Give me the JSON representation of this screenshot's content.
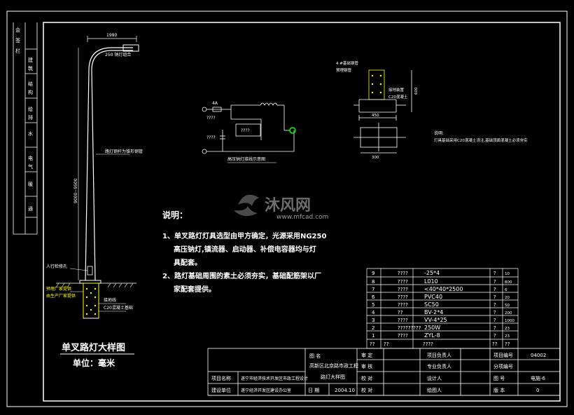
{
  "lamp": {
    "arm_dim": "1990",
    "head_label": "250 钠灯组合",
    "height_dim": "9000~9500",
    "pole_note": "路灯钢杆为锥形钢管",
    "hand_hole": "人行检修孔",
    "foundation_note1": "预埋厂家提供",
    "foundation_note2": "由生产厂家提供",
    "foundation_note3": "接地线",
    "foundation_note4": "C20混凝土基础",
    "title": "单叉路灯大样图",
    "unit": "单位：毫米"
  },
  "circuit": {
    "label_4a": "4A",
    "q1": "????",
    "q2": "????",
    "q3": "????",
    "caption": "高压钠灯接线示意图"
  },
  "section": {
    "label1": "4 #基础钢管",
    "label2": "预埋钢管",
    "label3": "接地装置",
    "label4": "C20混凝土",
    "dim1": "450",
    "dim2": "600",
    "dim3": "300",
    "note_title": "说明:",
    "note_text": "灯具基础采用C20混凝土浇注,基础顶面混凝土必须夯实"
  },
  "notes": {
    "title": "说明：",
    "l1": "1、单叉路灯灯具选型由甲方确定，光源采用NG250",
    "l2": "高压钠灯,镇流器、启动器、补偿电容器均与灯",
    "l3": "具配套。",
    "l4": "2、路灯基础周围的素土必须夯实，基础配筋架以厂",
    "l5": "家配套提供。"
  },
  "watermark": {
    "cn": "沐风网",
    "url": "www.mfcad.com"
  },
  "bom": {
    "rows": [
      {
        "no": "9",
        "name": "????",
        "spec": "-25*4",
        "unit": "?",
        "qty": "10"
      },
      {
        "no": "8",
        "name": "????",
        "spec": "L010",
        "unit": "?",
        "qty": "800"
      },
      {
        "no": "7",
        "name": "????",
        "spec": "<40*40*2500",
        "unit": "?",
        "qty": "6"
      },
      {
        "no": "6",
        "name": "????",
        "spec": "PVC40",
        "unit": "?",
        "qty": "20"
      },
      {
        "no": "5",
        "name": "????",
        "spec": "SC50",
        "unit": "?",
        "qty": "50"
      },
      {
        "no": "4",
        "name": "??",
        "spec": "BV-2*4",
        "unit": "?",
        "qty": "200"
      },
      {
        "no": "3",
        "name": "????",
        "spec": "VV-4*25",
        "unit": "?",
        "qty": "1000"
      },
      {
        "no": "2",
        "name": "?????????",
        "spec": "250W",
        "unit": "?",
        "qty": "23"
      },
      {
        "no": "1",
        "name": "????",
        "spec": "ZYL-8",
        "unit": "?",
        "qty": "23"
      }
    ],
    "header": {
      "no": "??",
      "name": "??",
      "spec": "????",
      "unit": "??",
      "qty": "??",
      "remark": "??"
    }
  },
  "titleblock": {
    "proj_name_label": "项目名称",
    "proj_name": "遂宁市经济技术开发区市政工程设计",
    "owner_label": "建设单位",
    "owner": "遂宁经济开发区建设办公室",
    "drawing_label": "图 名",
    "drawing1": "高新区北京路市政工程",
    "drawing2": "路灯大样图",
    "date_label": "日 期",
    "date": "2004.10",
    "approve": "审 定",
    "review": "审 核",
    "check": "校 对",
    "resp_proj": "项目负责人",
    "resp_prof": "专业负责人",
    "designer": "设计人",
    "drafter": "绘图人",
    "proj_no_label": "项目编号",
    "proj_no": "04002",
    "sub_label": "分项编号",
    "sheet_label": "图 号",
    "sheet": "电施-6",
    "ver_label": "版 本",
    "ver": "0"
  },
  "left_strip": [
    "会",
    "签",
    "栏",
    "建",
    "筑",
    "结",
    "构",
    "给",
    "排",
    "水",
    "电",
    "气",
    "暖",
    "通"
  ]
}
